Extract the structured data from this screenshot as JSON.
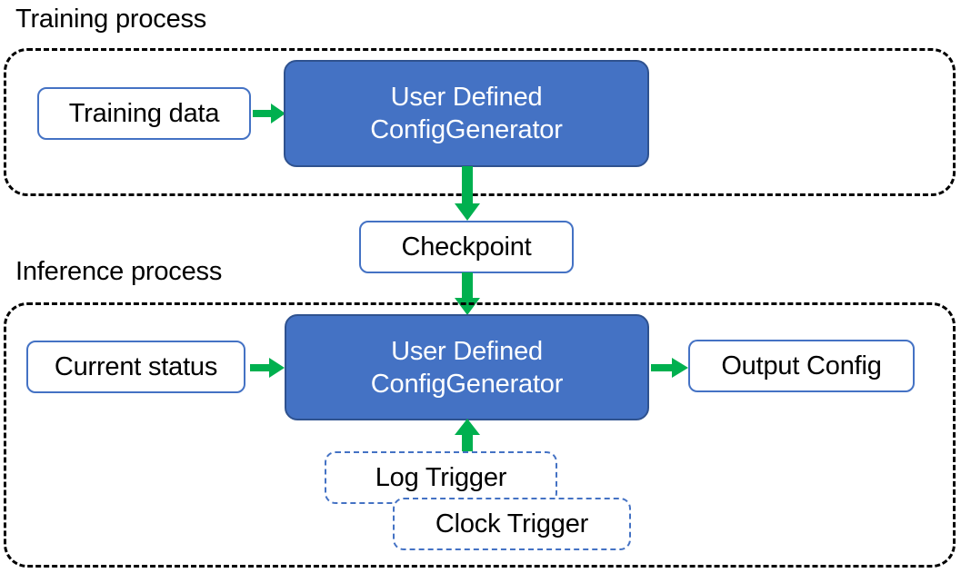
{
  "diagram": {
    "title_training": "Training process",
    "title_inference": "Inference process",
    "colors": {
      "arrow_green": "#00B04F",
      "node_blue_fill": "#4472C4",
      "node_blue_border": "#2F528F",
      "node_white_border": "#4472C4",
      "container_border": "#000000",
      "text_dark": "#000000",
      "text_light": "#FFFFFF"
    },
    "nodes": {
      "training_data": "Training data",
      "training_generator_line1": "User Defined",
      "training_generator_line2": "ConfigGenerator",
      "checkpoint": "Checkpoint",
      "current_status": "Current status",
      "inference_generator_line1": "User Defined",
      "inference_generator_line2": "ConfigGenerator",
      "output_config": "Output Config",
      "log_trigger": "Log Trigger",
      "clock_trigger": "Clock Trigger"
    },
    "arrows": [
      {
        "name": "training-data-to-generator",
        "direction": "right"
      },
      {
        "name": "training-generator-to-checkpoint",
        "direction": "down"
      },
      {
        "name": "checkpoint-to-inference-generator",
        "direction": "down"
      },
      {
        "name": "current-status-to-inference-generator",
        "direction": "right"
      },
      {
        "name": "inference-generator-to-output-config",
        "direction": "right"
      },
      {
        "name": "triggers-to-inference-generator",
        "direction": "up"
      }
    ]
  }
}
